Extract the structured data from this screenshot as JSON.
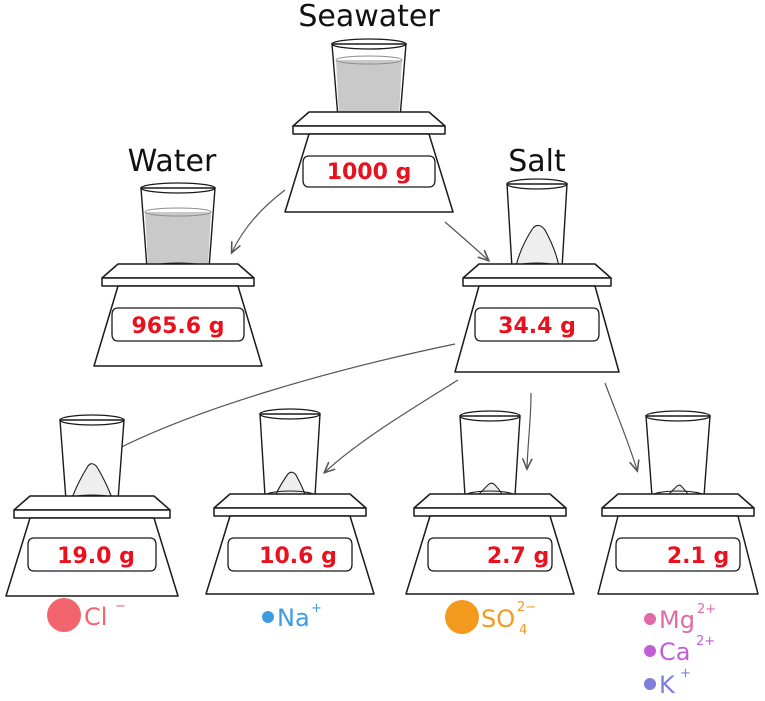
{
  "scales": {
    "seawater": {
      "label": "Seawater",
      "reading": "1000 g",
      "contents": "water"
    },
    "water": {
      "label": "Water",
      "reading": "965.6 g",
      "contents": "water"
    },
    "salt": {
      "label": "Salt",
      "reading": "34.4 g",
      "contents": "salt"
    },
    "chloride": {
      "reading": "19.0 g",
      "contents": "salt"
    },
    "sodium": {
      "reading": "10.6 g",
      "contents": "salt"
    },
    "sulfate": {
      "reading": "2.7 g",
      "contents": "salt"
    },
    "minor": {
      "reading": "2.1 g",
      "contents": "salt"
    }
  },
  "ions": {
    "chloride": {
      "symbol": "Cl",
      "charge": "−",
      "color": "#f2646e"
    },
    "sodium": {
      "symbol": "Na",
      "charge": "+",
      "color": "#3d9be0"
    },
    "sulfate": {
      "symbol": "SO",
      "subscript": "4",
      "charge": "2−",
      "color": "#f29a1e"
    },
    "magnesium": {
      "symbol": "Mg",
      "charge": "2+",
      "color": "#e06aa8"
    },
    "calcium": {
      "symbol": "Ca",
      "charge": "2+",
      "color": "#c35fd6"
    },
    "potassium": {
      "symbol": "K",
      "charge": "+",
      "color": "#7d7fd9"
    }
  },
  "colors": {
    "reading": "#e8121f",
    "outline": "#1a1a1a",
    "water": "#c9c9c9",
    "salt": "#eeeeee"
  }
}
